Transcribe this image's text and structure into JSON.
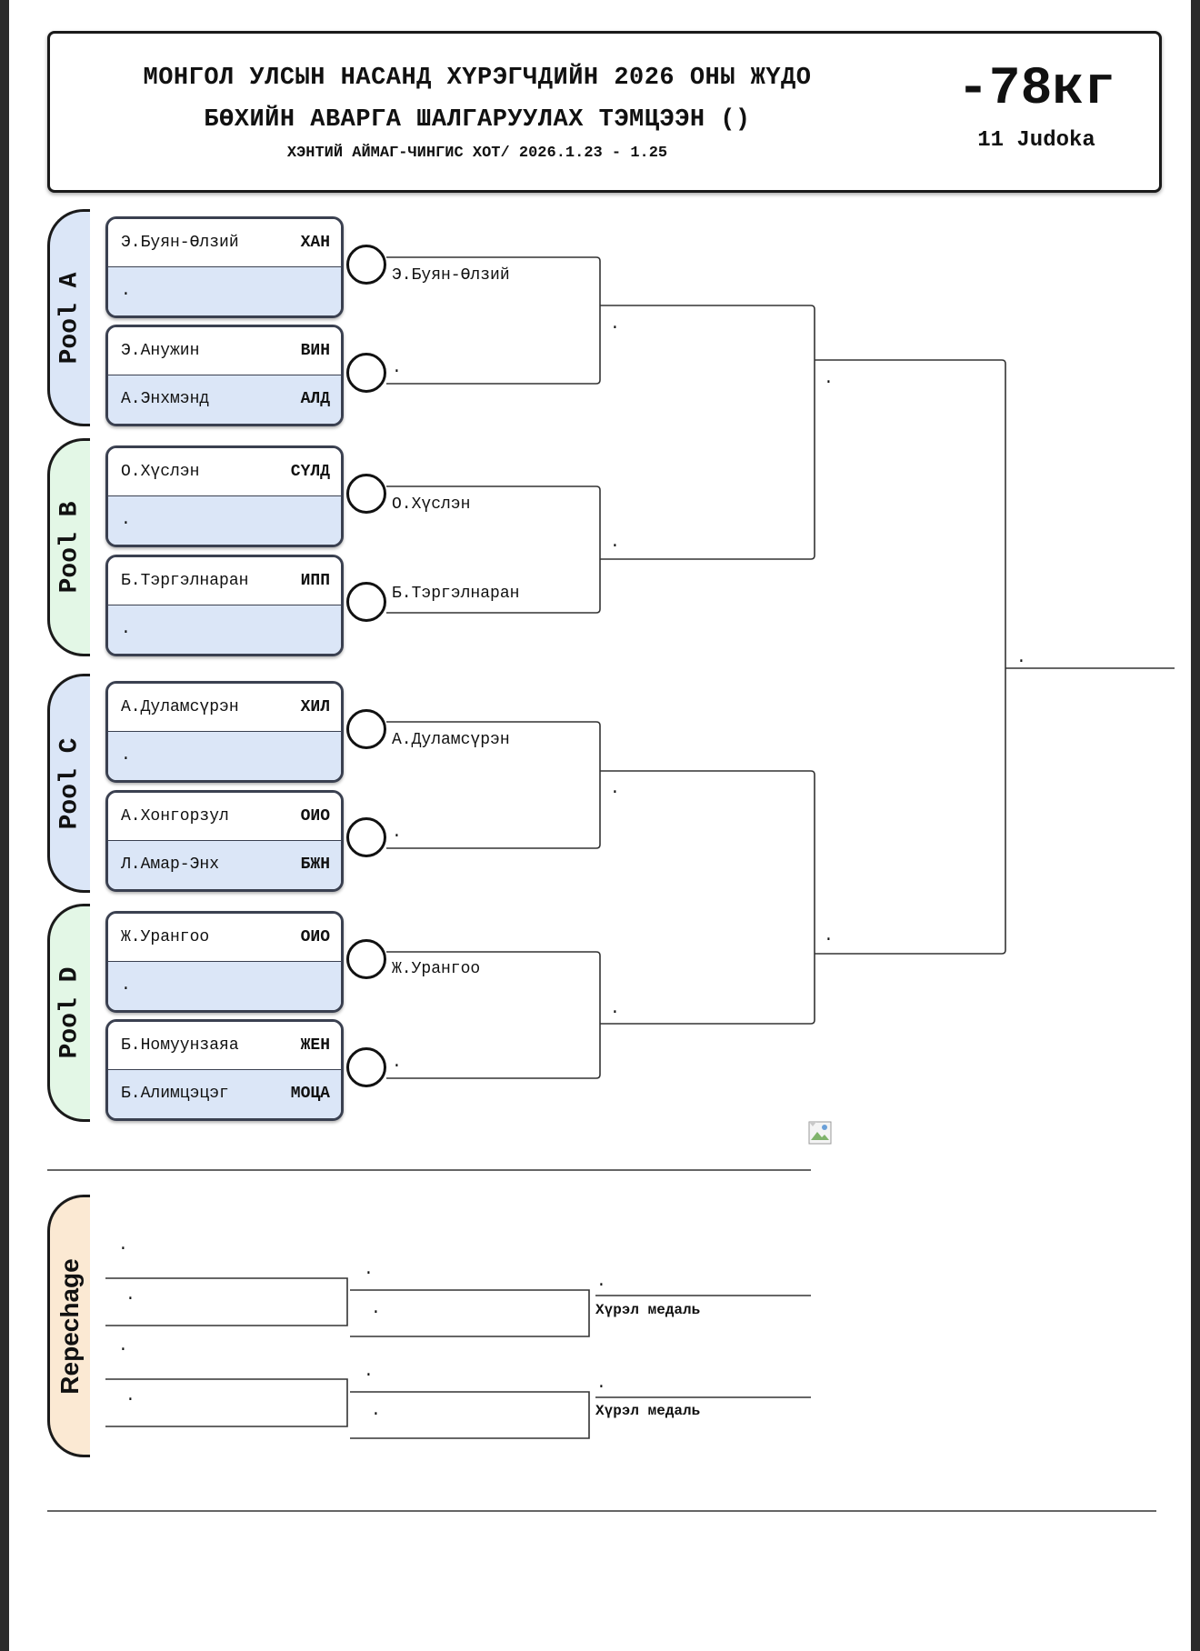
{
  "header": {
    "title_line1": "МОНГОЛ УЛСЫН НАСАНД ХҮРЭГЧДИЙН 2026 ОНЫ ЖҮДО",
    "title_line2": "БӨХИЙН АВАРГА ШАЛГАРУУЛАХ ТЭМЦЭЭН ()",
    "subtitle": "ХЭНТИЙ АЙМАГ-ЧИНГИС ХОТ/ 2026.1.23 - 1.25",
    "weight_class": "-78кг",
    "judoka_count": "11 Judoka"
  },
  "pools": [
    {
      "label": "Pool A",
      "color": "#dbe6f7"
    },
    {
      "label": "Pool B",
      "color": "#e3f7e6"
    },
    {
      "label": "Pool C",
      "color": "#dbe6f7"
    },
    {
      "label": "Pool D",
      "color": "#e3f7e6"
    }
  ],
  "entries": [
    {
      "top": {
        "name": "Э.Буян-Өлзий",
        "club": "ХАН"
      },
      "bottom": {
        "name": ".",
        "club": ""
      },
      "winner": "Э.Буян-Өлзий"
    },
    {
      "top": {
        "name": "Э.Анужин",
        "club": "ВИН"
      },
      "bottom": {
        "name": "А.Энхмэнд",
        "club": "АЛД"
      },
      "winner": "."
    },
    {
      "top": {
        "name": "О.Хүслэн",
        "club": "СҮЛД"
      },
      "bottom": {
        "name": ".",
        "club": ""
      },
      "winner": "О.Хүслэн"
    },
    {
      "top": {
        "name": "Б.Тэргэлнаран",
        "club": "ИПП"
      },
      "bottom": {
        "name": ".",
        "club": ""
      },
      "winner": "Б.Тэргэлнаран"
    },
    {
      "top": {
        "name": "А.Дуламсүрэн",
        "club": "ХИЛ"
      },
      "bottom": {
        "name": ".",
        "club": ""
      },
      "winner": "А.Дуламсүрэн"
    },
    {
      "top": {
        "name": "А.Хонгорзул",
        "club": "ОИО"
      },
      "bottom": {
        "name": "Л.Амар-Энх",
        "club": "БЖН"
      },
      "winner": "."
    },
    {
      "top": {
        "name": "Ж.Урангоо",
        "club": "ОИО"
      },
      "bottom": {
        "name": ".",
        "club": ""
      },
      "winner": "Ж.Урангоо"
    },
    {
      "top": {
        "name": "Б.Номуунзаяа",
        "club": "ЖЕН"
      },
      "bottom": {
        "name": "Б.Алимцэцэг",
        "club": "МОЦА"
      },
      "winner": "."
    }
  ],
  "round2": [
    ".",
    ".",
    ".",
    "."
  ],
  "semifinals": [
    ".",
    "."
  ],
  "final": ".",
  "repechage": {
    "label": "Repechage",
    "color": "#fbe9d3",
    "blocks": [
      {
        "a": ".",
        "b": ".",
        "c": ".",
        "d": ".",
        "e": ".",
        "medal": "Хүрэл медаль"
      },
      {
        "a": ".",
        "b": ".",
        "c": ".",
        "d": ".",
        "e": ".",
        "medal": "Хүрэл медаль"
      }
    ]
  }
}
